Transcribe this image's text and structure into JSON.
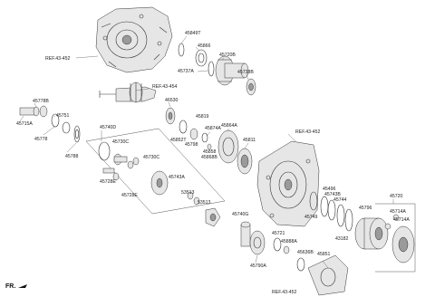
{
  "diagram": {
    "labels": {
      "p45849T": "45849T",
      "p45866": "45866",
      "p45720B": "45720B",
      "p45737A": "45737A",
      "p45738B": "45738B",
      "p46530": "46530",
      "p45778B": "45778B",
      "p45751": "45751",
      "p45715A": "45715A",
      "p45778": "45778",
      "p45788": "45788",
      "p45740D": "45740D",
      "p45730C_a": "45730C",
      "p45730C_b": "45730C",
      "p45728E_a": "45728E",
      "p45728E_b": "45728E",
      "p45743A": "45743A",
      "p53513_a": "53513",
      "p53513_b": "53513",
      "p45740G": "45740G",
      "p45819": "45819",
      "p45874A": "45874A",
      "p45852T": "45852T",
      "p45798": "45798",
      "p45858": "45858",
      "p45868B": "45868B",
      "p45864A": "45864A",
      "p45811": "45811",
      "p45496": "45496",
      "p45743B": "45743B",
      "p45744": "45744",
      "p45749": "45749",
      "p45796": "45796",
      "p45720": "45720",
      "p45714A_a": "45714A",
      "p45714A_b": "45714A",
      "p43182": "43182",
      "p45721": "45721",
      "p45888A": "45888A",
      "p45636B": "45636B",
      "p45790A": "45790A",
      "p45851": "45851"
    },
    "refs": {
      "r1": "REF.43-452",
      "r2": "REF.43-454",
      "r3": "REF.43-452",
      "r4": "REF.43-452"
    },
    "corner": "FR."
  }
}
